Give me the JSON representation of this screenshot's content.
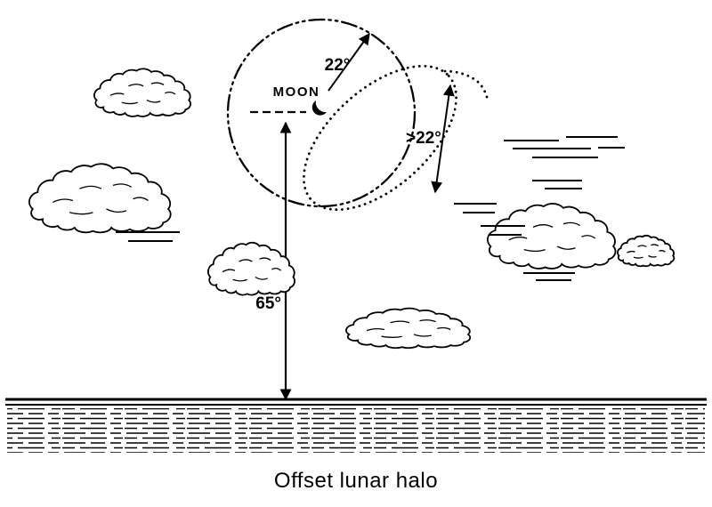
{
  "diagram": {
    "caption": "Offset lunar halo",
    "moon_label": "MOON",
    "halo_angle_label": "22°",
    "offset_angle_label": ">22°",
    "elevation_angle_label": "65°"
  },
  "colors": {
    "ink": "#000000",
    "background": "#ffffff"
  }
}
